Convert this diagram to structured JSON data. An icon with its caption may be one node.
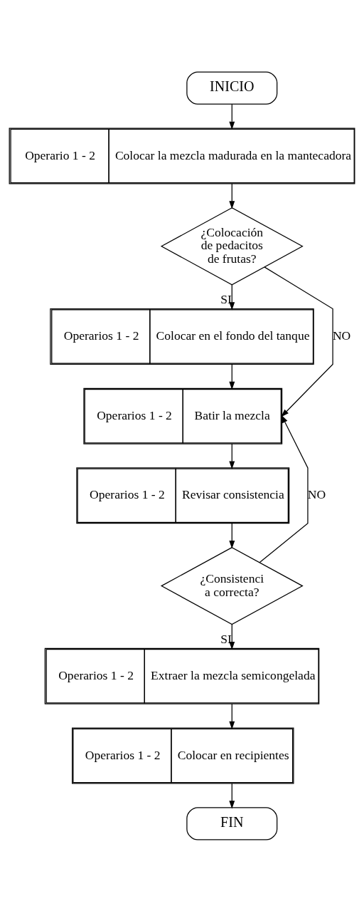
{
  "diagram": {
    "nodes": [
      {
        "text": [
          "INICIO"
        ]
      },
      {
        "text": [
          "Operario 1 - 2",
          "Colocar la mezcla madurada en la mantecadora"
        ]
      },
      {
        "text": [
          "¿Colocación de pedacitos de frutas?"
        ]
      },
      {
        "text": [
          "Operarios 1 - 2",
          "Colocar en el fondo del tanque"
        ]
      },
      {
        "text": [
          "Operarios 1 - 2",
          "Batir la mezcla"
        ]
      },
      {
        "text": [
          "Operarios 1 - 2",
          "Revisar consistencia"
        ]
      },
      {
        "text": [
          "¿Consistenci a correcta?"
        ]
      },
      {
        "text": [
          "Operarios 1 - 2",
          "Extraer la mezcla semicongelada"
        ]
      },
      {
        "text": [
          "Operarios 1 - 2",
          "Colocar en recipientes"
        ]
      },
      {
        "text": [
          "FIN"
        ]
      }
    ],
    "edges": [
      {
        "from": 0,
        "to": 1,
        "arrow": "to"
      },
      {
        "from": 1,
        "to": 2,
        "arrow": "to"
      },
      {
        "from": 2,
        "to": 3,
        "label": "SI",
        "arrow": "to"
      },
      {
        "from": 2,
        "to": 4,
        "label": "NO",
        "arrow": "to"
      },
      {
        "from": 3,
        "to": 4,
        "arrow": "to"
      },
      {
        "from": 4,
        "to": 5,
        "arrow": "to"
      },
      {
        "from": 5,
        "to": 6,
        "arrow": "to"
      },
      {
        "from": 6,
        "to": 4,
        "label": "NO",
        "arrow": "to"
      },
      {
        "from": 6,
        "to": 7,
        "label": "SI",
        "arrow": "to"
      },
      {
        "from": 7,
        "to": 8,
        "arrow": "to"
      },
      {
        "from": 8,
        "to": 9,
        "arrow": "to"
      }
    ]
  }
}
